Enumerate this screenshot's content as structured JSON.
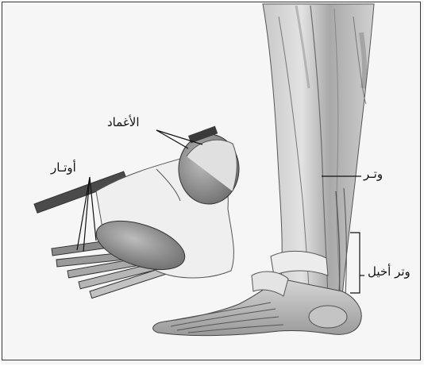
{
  "labels": {
    "sheaths": "الأغماد",
    "tendons": "أوتـار",
    "tendon": "وتـر",
    "achilles_tendon": "وتر أخيل"
  },
  "colors": {
    "ink": "#111111",
    "muscle": "#b9b9b9",
    "muscle_dark": "#7a7a7a",
    "sheath": "#ececec",
    "background": "#f6f6f6"
  }
}
